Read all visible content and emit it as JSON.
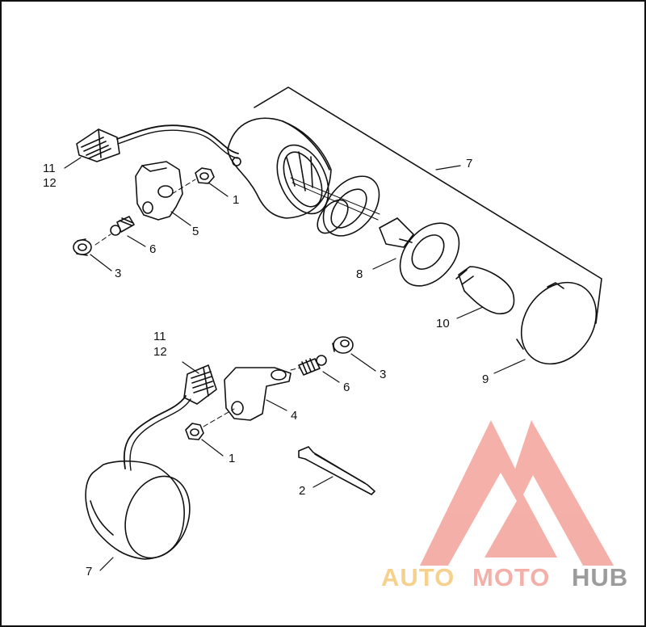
{
  "callouts": {
    "upper_11": "11",
    "upper_12": "12",
    "upper_1": "1",
    "upper_5": "5",
    "upper_6": "6",
    "upper_3": "3",
    "upper_7": "7",
    "upper_8": "8",
    "upper_10": "10",
    "upper_9": "9",
    "lower_11": "11",
    "lower_12": "12",
    "lower_3": "3",
    "lower_6": "6",
    "lower_4": "4",
    "lower_1": "1",
    "lower_2": "2",
    "lower_7": "7"
  },
  "watermark": {
    "part_auto": "AUTO",
    "part_moto": "MOTO",
    "part_hub": "HUB",
    "color_light": "#f5c97a",
    "color_mid": "#f3a39a",
    "color_dark": "#8b8b8b"
  }
}
